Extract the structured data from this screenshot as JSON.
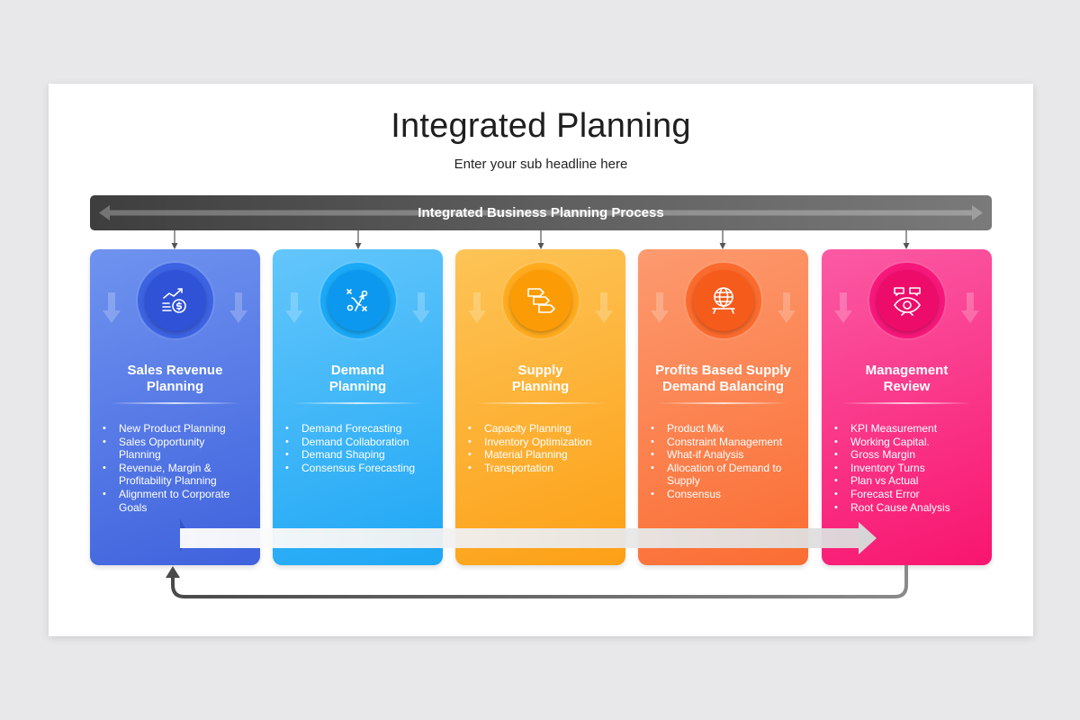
{
  "title": "Integrated Planning",
  "subtitle": "Enter your sub headline here",
  "process_label": "Integrated Business Planning Process",
  "cards": [
    {
      "title_line1": "Sales Revenue",
      "title_line2": "Planning",
      "icon": "money-growth-icon",
      "color_top": "#6f93ef",
      "color_bottom": "#3f62dd",
      "ring_color": "#3d63e3",
      "core_color": "#2f52d6",
      "items": [
        "New Product Planning",
        "Sales Opportunity",
        "Planning",
        "Revenue, Margin &",
        "Profitability Planning",
        "Alignment to Corporate",
        "Goals"
      ]
    },
    {
      "title_line1": "Demand",
      "title_line2": "Planning",
      "icon": "strategy-play-icon",
      "color_top": "#63c6fb",
      "color_bottom": "#1ea7f5",
      "ring_color": "#1aa9f7",
      "core_color": "#0d98ef",
      "items": [
        "Demand Forecasting",
        "Demand Collaboration",
        "Demand Shaping",
        "Consensus Forecasting"
      ]
    },
    {
      "title_line1": "Supply",
      "title_line2": "Planning",
      "icon": "supply-chain-flow-icon",
      "color_top": "#fdc457",
      "color_bottom": "#fda016",
      "ring_color": "#ffab1d",
      "core_color": "#fb9c06",
      "items": [
        "Capacity Planning",
        "Inventory Optimization",
        "Material Planning",
        "Transportation"
      ]
    },
    {
      "title_line1": "Profits Based Supply",
      "title_line2": "Demand Balancing",
      "icon": "global-balance-icon",
      "color_top": "#fc9a6f",
      "color_bottom": "#fb6d33",
      "ring_color": "#fb6b2d",
      "core_color": "#f55b1b",
      "items": [
        "Product Mix",
        "Constraint Management",
        "What-if Analysis",
        "Allocation of Demand to",
        "Supply",
        "Consensus"
      ]
    },
    {
      "title_line1": "Management",
      "title_line2": "Review",
      "icon": "review-vision-icon",
      "color_top": "#fb5aa4",
      "color_bottom": "#f8156f",
      "ring_color": "#f7177a",
      "core_color": "#ee0c6a",
      "items": [
        "KPI Measurement",
        "Working Capital.",
        "Gross Margin",
        "Inventory Turns",
        "Plan vs Actual",
        "Forecast Error",
        "Root Cause Analysis"
      ]
    }
  ]
}
